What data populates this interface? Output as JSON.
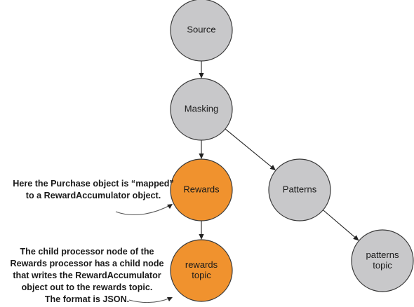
{
  "nodes": [
    {
      "id": "source",
      "label": [
        "Source"
      ],
      "color": "#c8c8ca"
    },
    {
      "id": "masking",
      "label": [
        "Masking"
      ],
      "color": "#c8c8ca"
    },
    {
      "id": "rewards",
      "label": [
        "Rewards"
      ],
      "color": "#f0922e"
    },
    {
      "id": "patterns",
      "label": [
        "Patterns"
      ],
      "color": "#c8c8ca"
    },
    {
      "id": "rewards-topic",
      "label": [
        "rewards",
        "topic"
      ],
      "color": "#f0922e"
    },
    {
      "id": "patterns-topic",
      "label": [
        "patterns",
        "topic"
      ],
      "color": "#c8c8ca"
    }
  ],
  "edges": [
    {
      "from": "source",
      "to": "masking"
    },
    {
      "from": "masking",
      "to": "rewards"
    },
    {
      "from": "masking",
      "to": "patterns"
    },
    {
      "from": "rewards",
      "to": "rewards-topic"
    },
    {
      "from": "patterns",
      "to": "patterns-topic"
    }
  ],
  "callouts": {
    "rewards_note": {
      "lines": [
        "Here the Purchase object is “mapped”",
        "to a RewardAccumulator object."
      ]
    },
    "topic_note": {
      "lines": [
        "The child processor node of the",
        "Rewards processor has a child node",
        "that writes the RewardAccumulator",
        "object out to the rewards topic.",
        "The format is JSON."
      ]
    }
  }
}
